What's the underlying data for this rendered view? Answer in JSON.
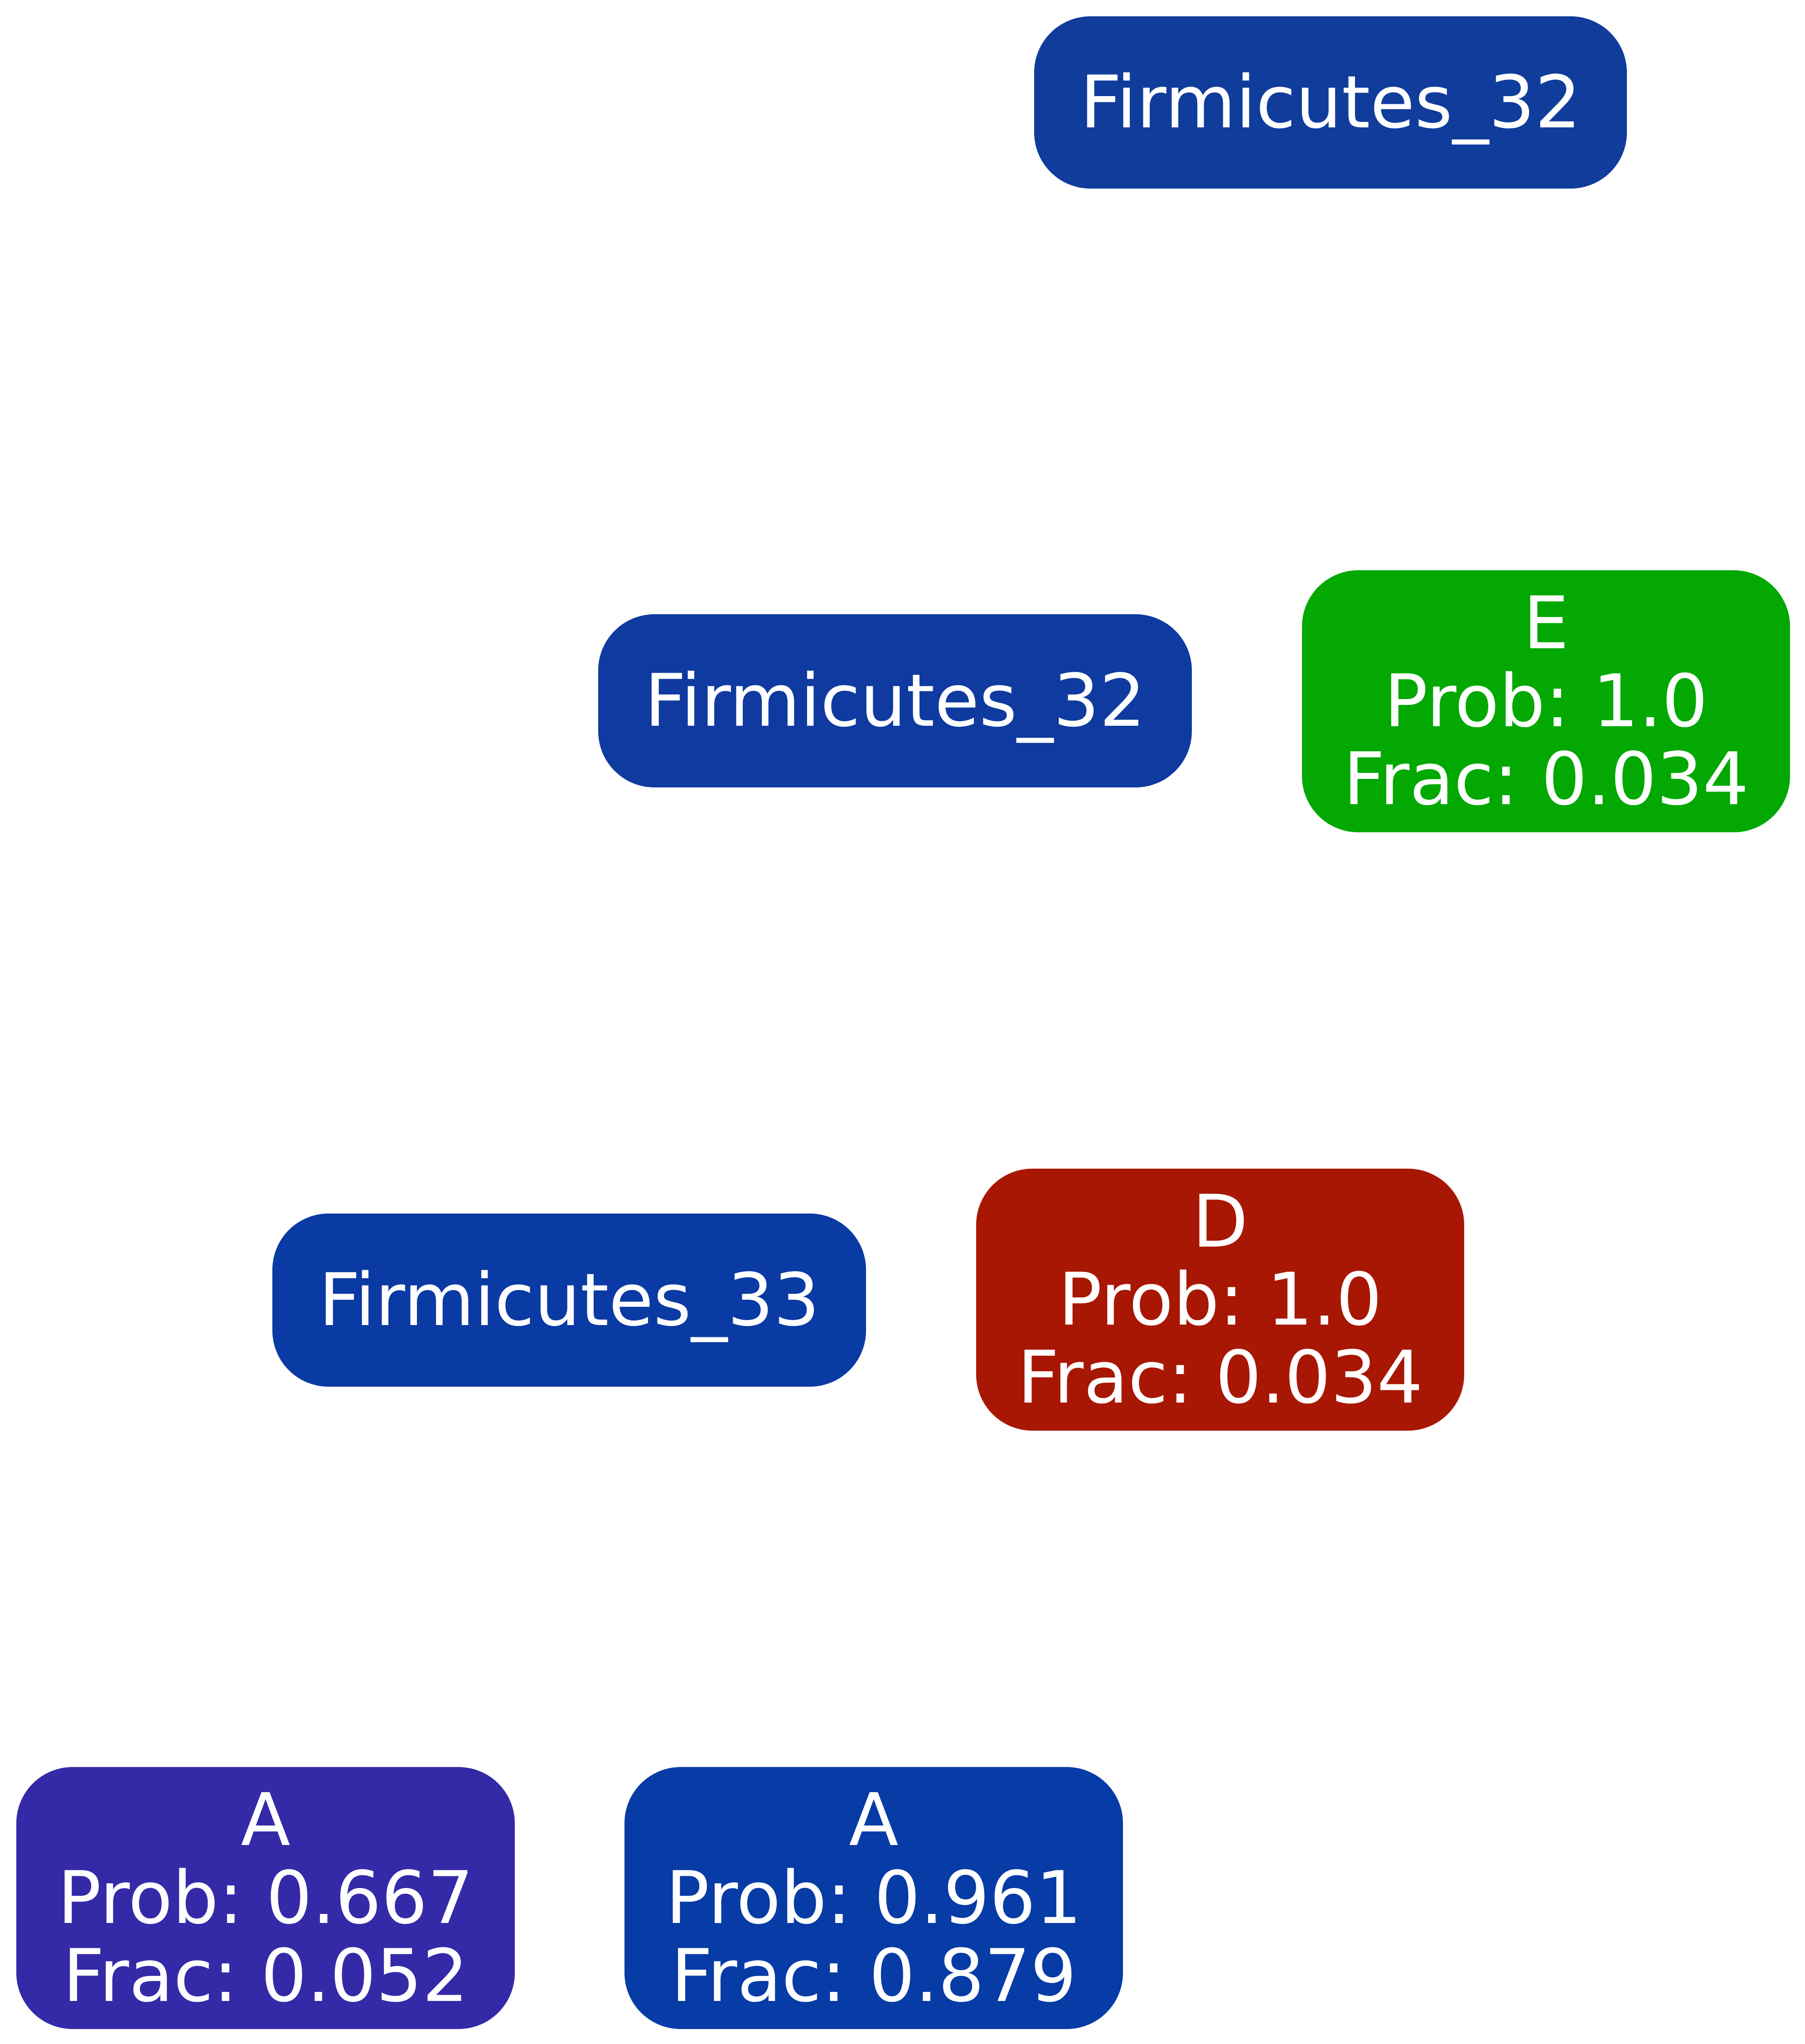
{
  "nodes": {
    "root": {
      "label": "Firmicutes_32",
      "color": "#103c9c"
    },
    "inner": {
      "label": "Firmicutes_32",
      "color": "#0f3aa0"
    },
    "leaf_e": {
      "label": "E",
      "prob": "Prob: 1.0",
      "frac": "Frac: 0.034",
      "color": "#03a803"
    },
    "inner2": {
      "label": "Firmicutes_33",
      "color": "#0a3aa3"
    },
    "leaf_d": {
      "label": "D",
      "prob": "Prob: 1.0",
      "frac": "Frac: 0.034",
      "color": "#a81703"
    },
    "leaf_a1": {
      "label": "A",
      "prob": "Prob: 0.667",
      "frac": "Frac: 0.052",
      "color": "#342aa8"
    },
    "leaf_a2": {
      "label": "A",
      "prob": "Prob: 0.961",
      "frac": "Frac: 0.879",
      "color": "#073ba6"
    }
  }
}
